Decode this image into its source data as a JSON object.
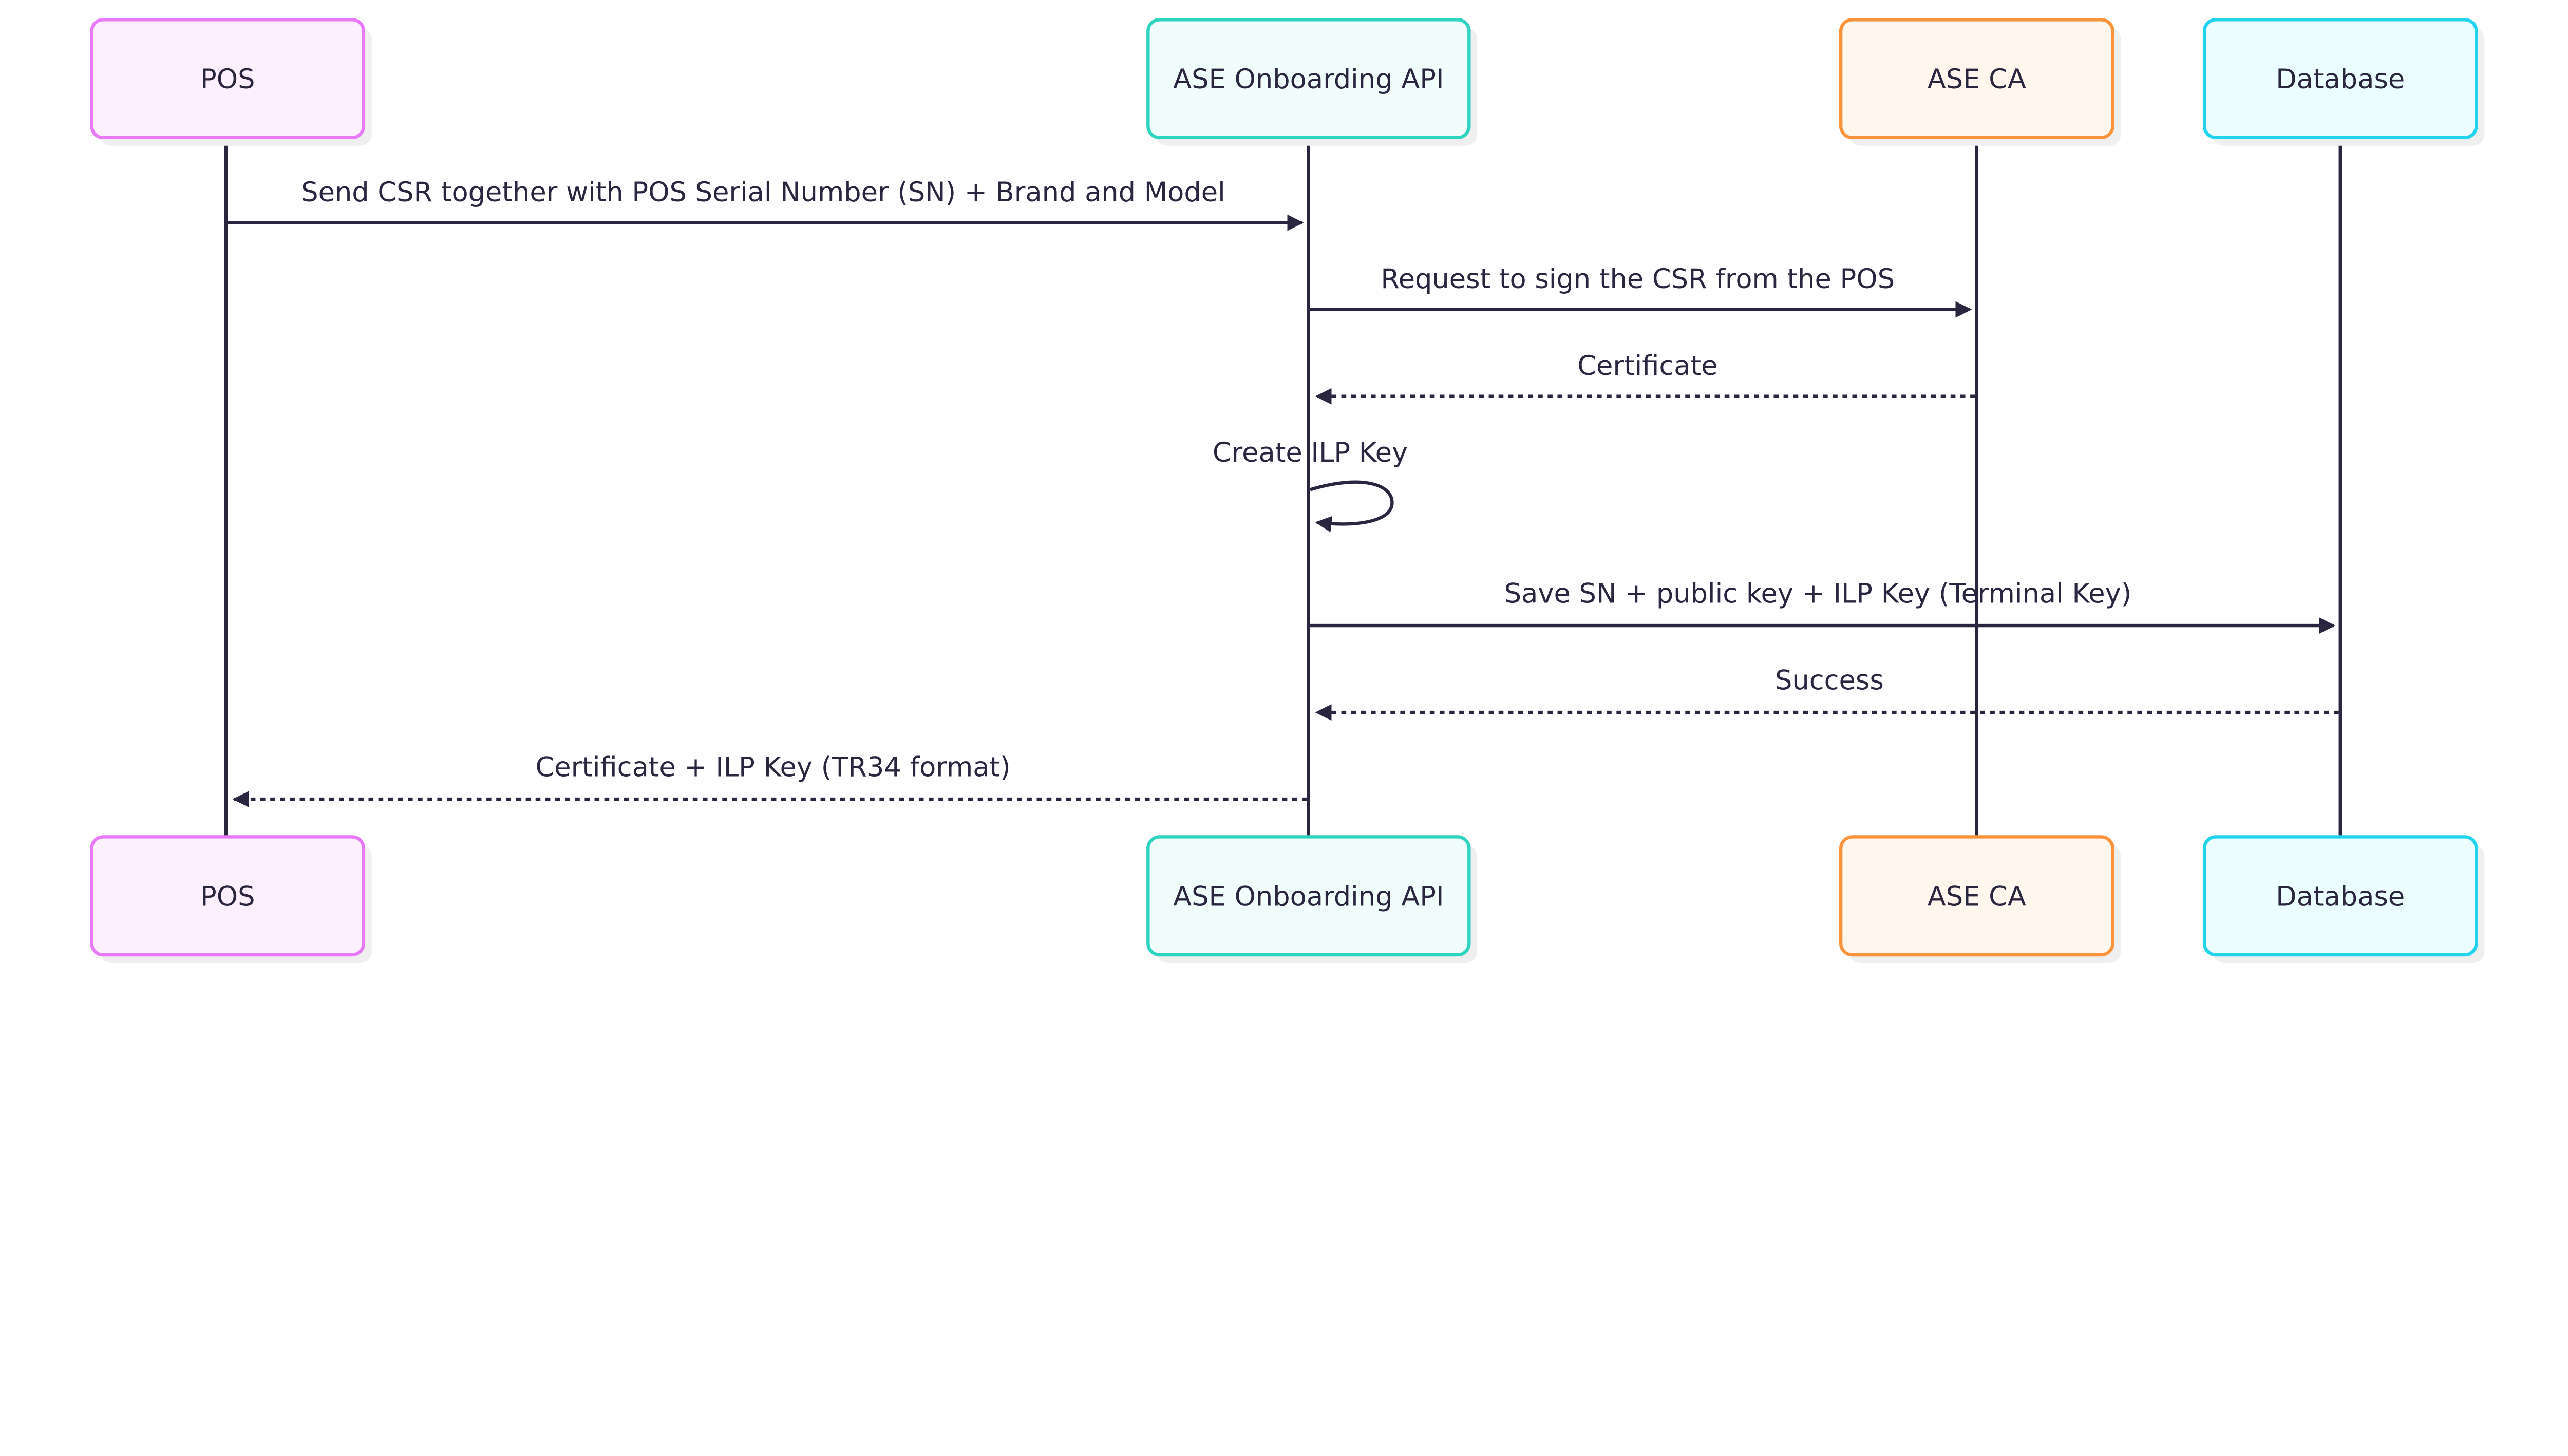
{
  "participants": [
    {
      "name": "POS",
      "border": "#e879f9",
      "fill": "#fdf0fe"
    },
    {
      "name": "ASE Onboarding API",
      "border": "#2dd4bf",
      "fill": "#f0fdfa"
    },
    {
      "name": "ASE CA",
      "border": "#fb923c",
      "fill": "#fff7ed"
    },
    {
      "name": "Database",
      "border": "#22d3ee",
      "fill": "#ecfeff"
    }
  ],
  "messages": [
    {
      "from": "POS",
      "to": "ASE Onboarding API",
      "text": "Send CSR together with POS Serial Number (SN) + Brand and Model",
      "style": "solid"
    },
    {
      "from": "ASE Onboarding API",
      "to": "ASE CA",
      "text": "Request to sign the CSR from the POS",
      "style": "solid"
    },
    {
      "from": "ASE CA",
      "to": "ASE Onboarding API",
      "text": "Certificate",
      "style": "dotted"
    },
    {
      "from": "ASE Onboarding API",
      "to": "ASE Onboarding API",
      "text": "Create ILP Key",
      "style": "solid"
    },
    {
      "from": "ASE Onboarding API",
      "to": "Database",
      "text": "Save SN + public key + ILP Key (Terminal Key)",
      "style": "solid"
    },
    {
      "from": "Database",
      "to": "ASE Onboarding API",
      "text": "Success",
      "style": "dotted"
    },
    {
      "from": "ASE Onboarding API",
      "to": "POS",
      "text": "Certificate + ILP Key (TR34 format)",
      "style": "dotted"
    }
  ],
  "colors": {
    "line": "#2b2640"
  }
}
